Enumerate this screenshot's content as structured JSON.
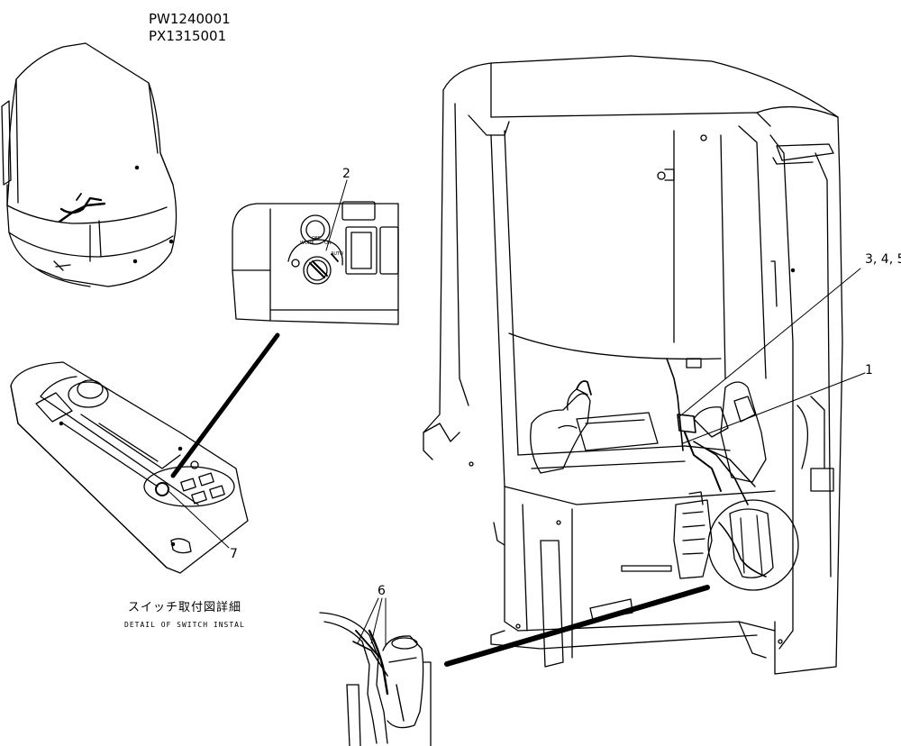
{
  "serial_numbers": "PW1240001\nPX1315001",
  "callouts": {
    "c1": "1",
    "c2": "2",
    "c345": "3, 4, 5",
    "c6": "6",
    "c7": "7"
  },
  "captions": {
    "japanese": "スイッチ取付図詳細",
    "english": "DETAIL OF SWITCH INSTAL"
  },
  "switch_dial_marks": [
    "WORK",
    "OFF",
    "ON",
    "AUTO"
  ]
}
